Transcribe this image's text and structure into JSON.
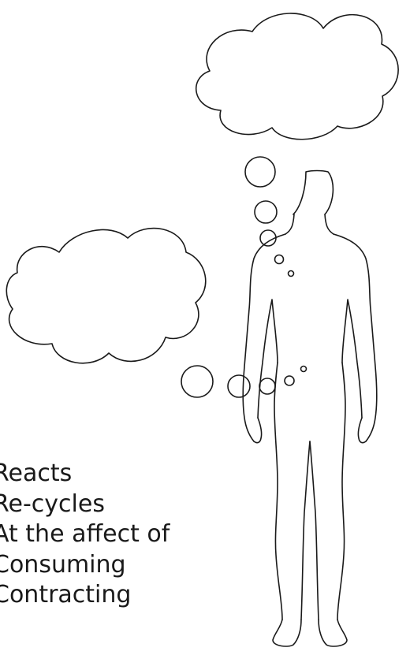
{
  "word_list": {
    "items": [
      "Reacts",
      "Re-cycles",
      "At the affect of",
      "Consuming",
      "Contracting"
    ]
  },
  "colors": {
    "background": "#ffffff",
    "stroke": "#1a1a1a",
    "text": "#1a1a1a"
  },
  "icons": {
    "figure": "human-silhouette-outline",
    "upper_bubble": "thought-cloud",
    "lower_bubble": "thought-cloud"
  }
}
